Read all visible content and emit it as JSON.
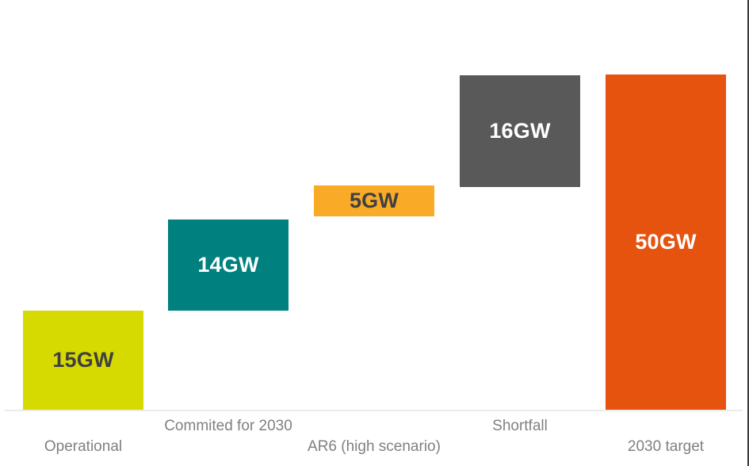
{
  "chart_data": {
    "type": "bar",
    "subtype": "waterfall",
    "title": "",
    "subtitle": "",
    "xlabel": "",
    "ylabel": "",
    "unit": "GW",
    "grid": false,
    "legend": "none",
    "ylim": [
      0,
      50
    ],
    "categories": [
      "Operational",
      "Commited for 2030",
      "AR6 (high scenario)",
      "Shortfall",
      "2030 target"
    ],
    "values": [
      15,
      14,
      5,
      16,
      50
    ],
    "value_labels": [
      "15GW",
      "14GW",
      "5GW",
      "16GW",
      "50GW"
    ],
    "bar_base": [
      0,
      15,
      29,
      34,
      0
    ],
    "bar_top": [
      15,
      29,
      34,
      50,
      50
    ],
    "colors": [
      "#d6da00",
      "#00807e",
      "#f9ab28",
      "#595959",
      "#e5530f"
    ],
    "label_colors": [
      "#404040",
      "#ffffff",
      "#404040",
      "#ffffff",
      "#ffffff"
    ],
    "axis_line_color": "#ececec",
    "category_label_color": "#808080",
    "background": "#ffffff",
    "border_color": "#3a3a3a"
  },
  "bars": [
    {
      "name": "operational",
      "label": "Operational",
      "value_label": "15GW"
    },
    {
      "name": "committed",
      "label": "Commited for 2030",
      "value_label": "14GW"
    },
    {
      "name": "ar6",
      "label": "AR6 (high scenario)",
      "value_label": "5GW"
    },
    {
      "name": "shortfall",
      "label": "Shortfall",
      "value_label": "16GW"
    },
    {
      "name": "target",
      "label": "2030 target",
      "value_label": "50GW"
    }
  ]
}
